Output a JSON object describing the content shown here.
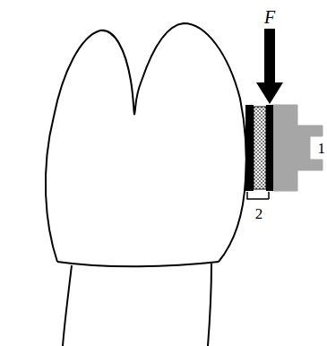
{
  "diagram": {
    "labels": [
      "F",
      "2",
      "1"
    ]
  }
}
